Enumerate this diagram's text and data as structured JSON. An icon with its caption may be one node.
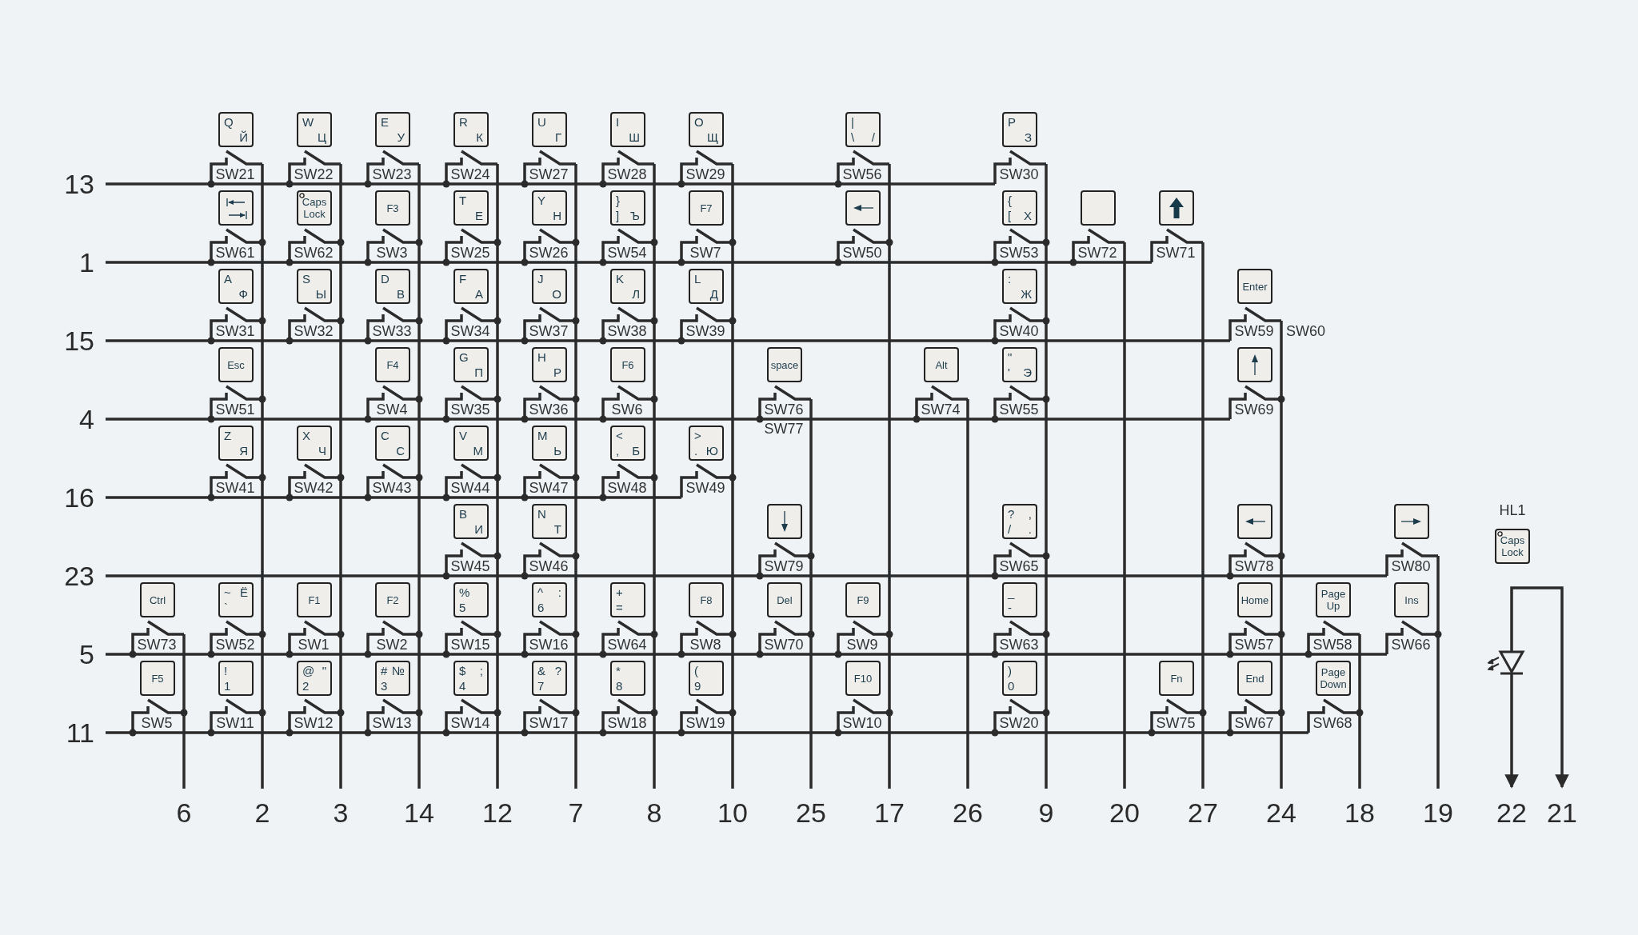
{
  "diagram": {
    "nodes": [
      {
        "text": [
          "Q",
          "Й"
        ]
      },
      {
        "text": [
          "W",
          "Ц"
        ]
      },
      {
        "text": [
          "E",
          "У"
        ]
      },
      {
        "text": [
          "R",
          "К"
        ]
      },
      {
        "text": [
          "U",
          "Г"
        ]
      },
      {
        "text": [
          "I",
          "Ш"
        ]
      },
      {
        "text": [
          "O",
          "Щ"
        ]
      },
      {
        "text": [
          "|",
          "\\ /"
        ]
      },
      {
        "text": [
          "P",
          "З"
        ]
      },
      {
        "text": [],
        "shape": "box"
      },
      {
        "text": [
          "Caps Lock"
        ]
      },
      {
        "text": [
          "F3"
        ]
      },
      {
        "text": [
          "T",
          "Е"
        ]
      },
      {
        "text": [
          "Y",
          "Н"
        ]
      },
      {
        "text": [
          "}",
          "] Ъ"
        ]
      },
      {
        "text": [
          "F7"
        ]
      },
      {
        "text": [],
        "shape": "box"
      },
      {
        "text": [
          "{",
          "[ Х"
        ]
      },
      {
        "text": [],
        "shape": "box"
      },
      {
        "text": [],
        "shape": "box"
      },
      {
        "text": [
          "A",
          "Ф"
        ]
      },
      {
        "text": [
          "S",
          "Ы"
        ]
      },
      {
        "text": [
          "D",
          "В"
        ]
      },
      {
        "text": [
          "F",
          "А"
        ]
      },
      {
        "text": [
          "J",
          "О"
        ]
      },
      {
        "text": [
          "K",
          "Л"
        ]
      },
      {
        "text": [
          "L",
          "Д"
        ]
      },
      {
        "text": [
          ":",
          "Ж"
        ]
      },
      {
        "text": [
          "Enter"
        ]
      },
      {
        "text": [
          "Esc"
        ]
      },
      {
        "text": [
          "F4"
        ]
      },
      {
        "text": [
          "G",
          "П"
        ]
      },
      {
        "text": [
          "H",
          "Р"
        ]
      },
      {
        "text": [
          "F6"
        ]
      },
      {
        "text": [
          "space"
        ]
      },
      {
        "text": [
          "Alt"
        ]
      },
      {
        "text": [
          "\"",
          "' Э"
        ]
      },
      {
        "text": [],
        "shape": "box"
      },
      {
        "text": [
          "Z",
          "Я"
        ]
      },
      {
        "text": [
          "X",
          "Ч"
        ]
      },
      {
        "text": [
          "C",
          "С"
        ]
      },
      {
        "text": [
          "V",
          "М"
        ]
      },
      {
        "text": [
          "M",
          "Ь"
        ]
      },
      {
        "text": [
          "<",
          ", Б"
        ]
      },
      {
        "text": [
          ">",
          ". Ю"
        ]
      },
      {
        "text": [
          "B",
          "И"
        ]
      },
      {
        "text": [
          "N",
          "Т"
        ]
      },
      {
        "text": [],
        "shape": "box"
      },
      {
        "text": [
          "? ,",
          "/ ."
        ]
      },
      {
        "text": [],
        "shape": "box"
      },
      {
        "text": [],
        "shape": "box"
      },
      {
        "text": [
          "Caps Lock"
        ]
      },
      {
        "text": [
          "Ctrl"
        ]
      },
      {
        "text": [
          "~ Ё",
          "`"
        ]
      },
      {
        "text": [
          "F1"
        ]
      },
      {
        "text": [
          "F2"
        ]
      },
      {
        "text": [
          "%",
          "5"
        ]
      },
      {
        "text": [
          "^ :",
          "6"
        ]
      },
      {
        "text": [
          "+",
          "="
        ]
      },
      {
        "text": [
          "F8"
        ]
      },
      {
        "text": [
          "Del"
        ]
      },
      {
        "text": [
          "F9"
        ]
      },
      {
        "text": [
          "_",
          "-"
        ]
      },
      {
        "text": [
          "Home"
        ]
      },
      {
        "text": [
          "Page Up"
        ]
      },
      {
        "text": [
          "Ins"
        ]
      },
      {
        "text": [
          "F5"
        ]
      },
      {
        "text": [
          "!",
          "1"
        ]
      },
      {
        "text": [
          "@ \"",
          "2"
        ]
      },
      {
        "text": [
          "# №",
          "3"
        ]
      },
      {
        "text": [
          "$ ;",
          "4"
        ]
      },
      {
        "text": [
          "& ?",
          "7"
        ]
      },
      {
        "text": [
          "*",
          "8"
        ]
      },
      {
        "text": [
          "(",
          "9"
        ]
      },
      {
        "text": [
          "F10"
        ]
      },
      {
        "text": [
          ")",
          "0"
        ]
      },
      {
        "text": [
          "Fn"
        ]
      },
      {
        "text": [
          "End"
        ]
      },
      {
        "text": [
          "Page Down"
        ]
      }
    ],
    "labels": [
      "SW21",
      "SW22",
      "SW23",
      "SW24",
      "SW27",
      "SW28",
      "SW29",
      "SW56",
      "SW30",
      "SW61",
      "SW62",
      "SW3",
      "SW25",
      "SW26",
      "SW54",
      "SW7",
      "SW50",
      "SW53",
      "SW72",
      "SW71",
      "SW31",
      "SW32",
      "SW33",
      "SW34",
      "SW37",
      "SW38",
      "SW39",
      "SW40",
      "SW59",
      "SW60",
      "SW51",
      "SW4",
      "SW35",
      "SW36",
      "SW6",
      "SW76",
      "SW77",
      "SW74",
      "SW55",
      "SW69",
      "SW41",
      "SW42",
      "SW43",
      "SW44",
      "SW47",
      "SW48",
      "SW49",
      "SW45",
      "SW46",
      "SW79",
      "SW65",
      "SW78",
      "SW80",
      "HL1",
      "SW73",
      "SW52",
      "SW1",
      "SW2",
      "SW15",
      "SW16",
      "SW64",
      "SW8",
      "SW70",
      "SW9",
      "SW63",
      "SW57",
      "SW58",
      "SW66",
      "SW5",
      "SW11",
      "SW12",
      "SW13",
      "SW14",
      "SW17",
      "SW18",
      "SW19",
      "SW10",
      "SW20",
      "SW75",
      "SW67",
      "SW68",
      "13",
      "1",
      "15",
      "4",
      "16",
      "23",
      "5",
      "11",
      "6",
      "2",
      "3",
      "14",
      "12",
      "7",
      "8",
      "10",
      "25",
      "17",
      "26",
      "9",
      "20",
      "27",
      "24",
      "18",
      "19",
      "22",
      "21"
    ]
  }
}
